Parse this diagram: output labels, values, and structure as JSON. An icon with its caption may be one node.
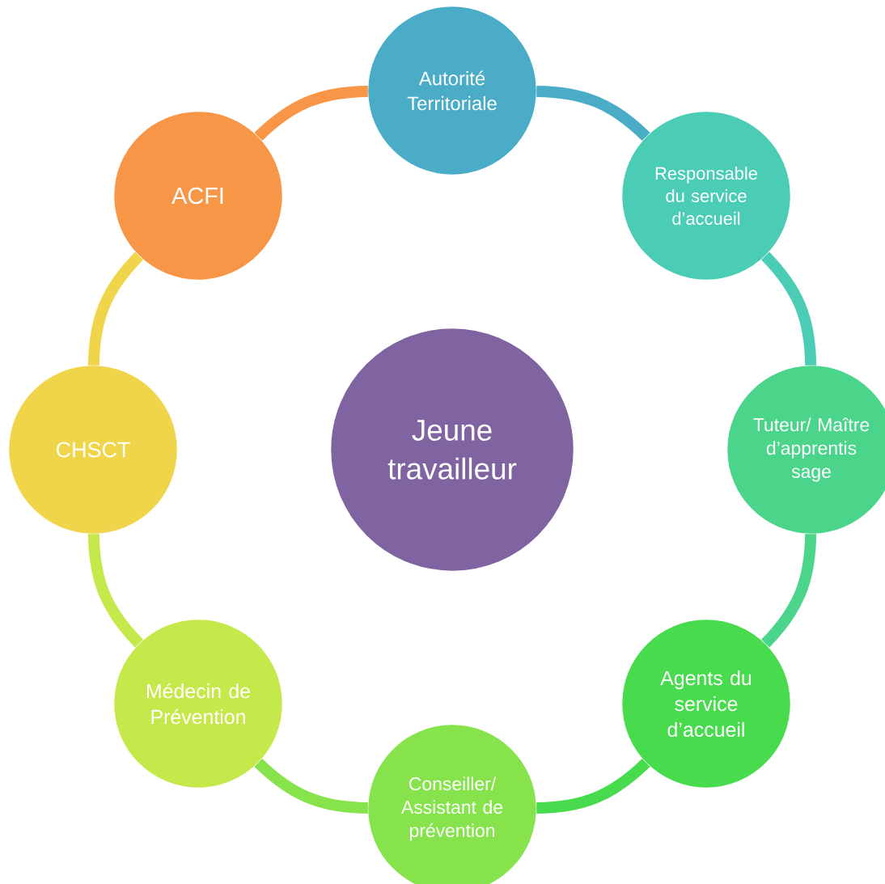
{
  "diagram": {
    "nodes": [
      {
        "text": [
          "Autorité Territoriale"
        ]
      },
      {
        "text": [
          "Responsable du service d’accueil"
        ]
      },
      {
        "text": [
          "Tuteur/ Maître d’apprentis sage"
        ]
      },
      {
        "text": [
          "Agents du service d’accueil"
        ]
      },
      {
        "text": [
          "Conseiller/ Assistant de prévention"
        ]
      },
      {
        "text": [
          "Médecin de Prévention"
        ]
      },
      {
        "text": [
          "CHSCT"
        ]
      },
      {
        "text": [
          "ACFI"
        ]
      },
      {
        "text": [
          "Jeune travailleur"
        ]
      }
    ],
    "edges": [
      {
        "from": 0,
        "to": 1,
        "arrow": "none",
        "color": "#4aacc6"
      },
      {
        "from": 1,
        "to": 2,
        "arrow": "none",
        "color": "#4bcdb5"
      },
      {
        "from": 2,
        "to": 3,
        "arrow": "none",
        "color": "#4bd58a"
      },
      {
        "from": 3,
        "to": 4,
        "arrow": "none",
        "color": "#48db4d"
      },
      {
        "from": 4,
        "to": 5,
        "arrow": "none",
        "color": "#86e34b"
      },
      {
        "from": 5,
        "to": 6,
        "arrow": "none",
        "color": "#c5e84a"
      },
      {
        "from": 6,
        "to": 7,
        "arrow": "none",
        "color": "#f0d54a"
      },
      {
        "from": 7,
        "to": 0,
        "arrow": "none",
        "color": "#f79646"
      }
    ]
  }
}
